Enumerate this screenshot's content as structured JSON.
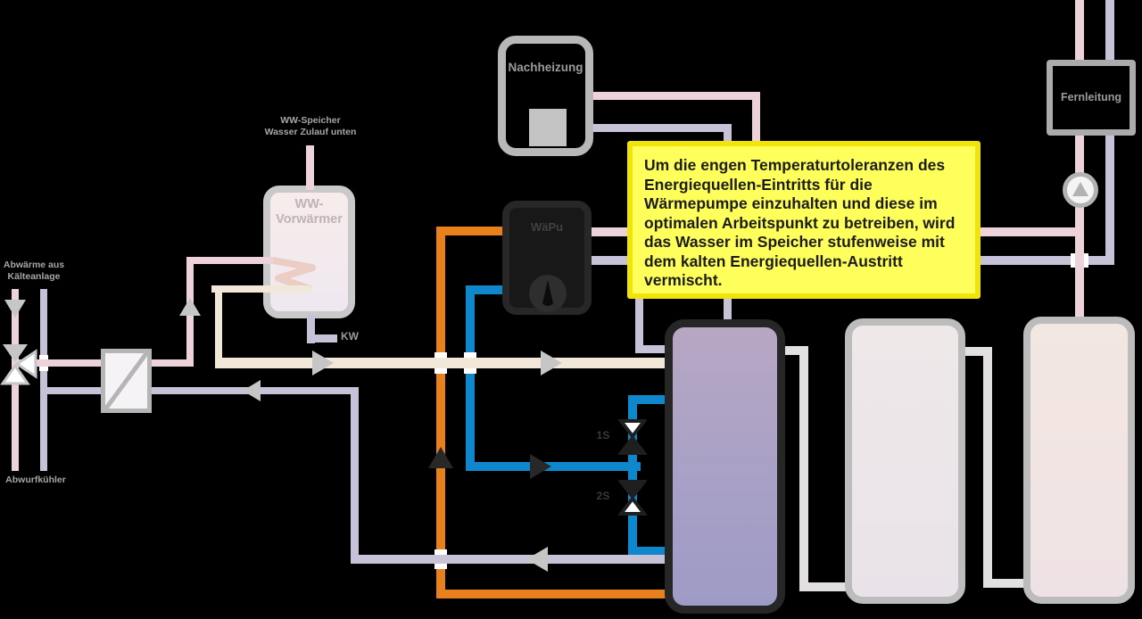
{
  "note": {
    "text": "Um die engen Temperaturtoleranzen des Energiequellen-Eintritts für die Wärmepumpe einzuhalten und diese im optimalen Arbeitspunkt zu betreiben, wird das Wasser im Speicher stufenweise mit dem kalten Energiequellen-Austritt vermischt."
  },
  "labels": {
    "waste_heat_line1": "Abwärme aus",
    "waste_heat_line2": "Kälteanlage",
    "dump_cooler": "Abwurfkühler",
    "ww_storage_line1": "WW-Speicher",
    "ww_storage_line2": "Wasser Zulauf unten",
    "preheater": "WW-Vorwärmer",
    "cold_water": "KW",
    "reheater": "Nachheizung",
    "heat_pump": "WäPu",
    "district_line": "Fernleitung",
    "mix_valve_1": "1S",
    "mix_valve_2": "2S"
  },
  "colors": {
    "background": "#000000",
    "pipe_warm_pink": "#edd2d9",
    "pipe_return_lavender": "#c7c2d8",
    "pipe_preheated_beige": "#f2e8d9",
    "pipe_source_hot_orange": "#e8811c",
    "pipe_source_cold_blue": "#0e87cd",
    "pipe_cascade_gray": "#e3e0e2",
    "tank_storage_top": "#b7a7c3",
    "tank_storage_bottom": "#9e9bc6",
    "note_bg": "#feff5a",
    "note_border": "#f0e409",
    "arrow_gray": "#c6c6c6",
    "arrow_black": "#282828"
  }
}
